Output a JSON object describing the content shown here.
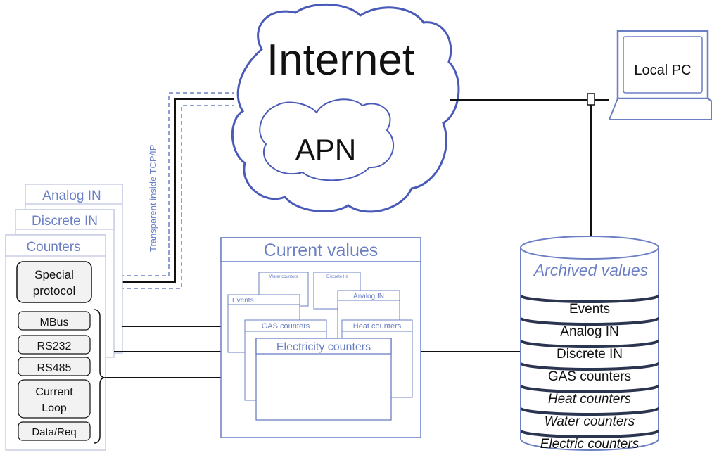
{
  "internet": {
    "label": "Internet",
    "apn_label": "APN"
  },
  "local_pc": {
    "label": "Local PC"
  },
  "tunnel": {
    "label": "Transparent inside TCP/IP"
  },
  "device": {
    "analog_in": "Analog IN",
    "discrete_in": "Discrete IN",
    "counters": "Counters",
    "special_protocol_line1": "Special",
    "special_protocol_line2": "protocol",
    "mbus": "MBus",
    "rs232": "RS232",
    "rs485": "RS485",
    "current_loop_line1": "Current",
    "current_loop_line2": "Loop",
    "data_req": "Data/Req"
  },
  "current_values": {
    "title": "Current values",
    "water_counters": "Water counters",
    "discrete_in": "Discrete IN",
    "events": "Events",
    "analog_in": "Analog IN",
    "gas_counters": "GAS counters",
    "heat_counters": "Heat counters",
    "electricity_counters": "Electricity counters"
  },
  "archive": {
    "title": "Archived values",
    "rows": [
      "Events",
      "Analog IN",
      "Discrete IN",
      "GAS counters",
      "Heat counters",
      "Water counters",
      "Electric counters"
    ]
  },
  "colors": {
    "accent": "#6b7fc4",
    "cloud_stroke": "#4a5ab8",
    "line": "#111111"
  }
}
